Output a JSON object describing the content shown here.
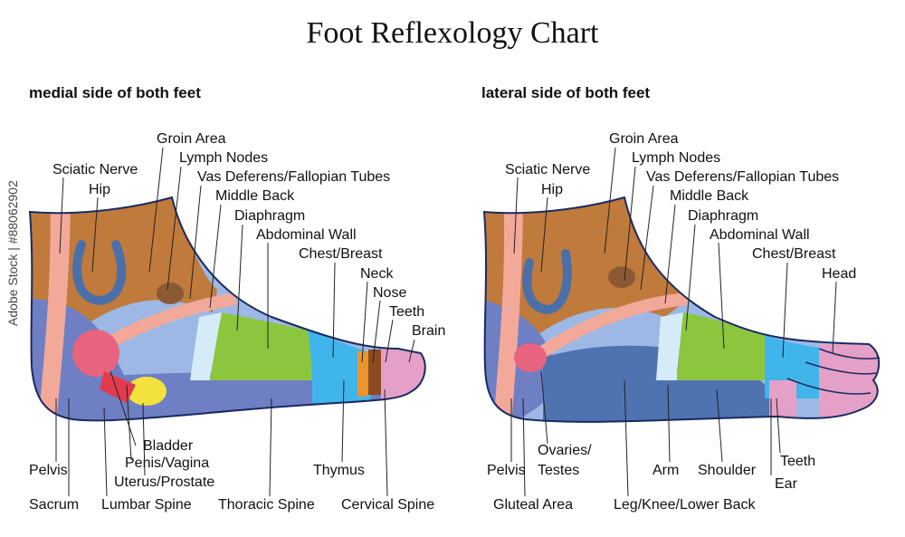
{
  "title": "Foot Reflexology Chart",
  "watermark": "Adobe Stock | #88062902",
  "medial": {
    "heading": "medial side of both feet",
    "labels": {
      "sciatic_nerve": "Sciatic Nerve",
      "hip": "Hip",
      "groin_area": "Groin Area",
      "lymph_nodes": "Lymph Nodes",
      "vas_deferens": "Vas Deferens/Fallopian Tubes",
      "middle_back": "Middle Back",
      "diaphragm": "Diaphragm",
      "abdominal_wall": "Abdominal Wall",
      "chest_breast": "Chest/Breast",
      "neck": "Neck",
      "nose": "Nose",
      "teeth": "Teeth",
      "brain": "Brain",
      "pelvis": "Pelvis",
      "sacrum": "Sacrum",
      "bladder": "Bladder",
      "penis_vagina": "Penis/Vagina",
      "uterus_prostate": "Uterus/Prostate",
      "lumbar_spine": "Lumbar Spine",
      "thoracic_spine": "Thoracic Spine",
      "thymus": "Thymus",
      "cervical_spine": "Cervical Spine"
    }
  },
  "lateral": {
    "heading": "lateral side of both feet",
    "labels": {
      "sciatic_nerve": "Sciatic Nerve",
      "hip": "Hip",
      "groin_area": "Groin Area",
      "lymph_nodes": "Lymph Nodes",
      "vas_deferens": "Vas Deferens/Fallopian Tubes",
      "middle_back": "Middle Back",
      "diaphragm": "Diaphragm",
      "abdominal_wall": "Abdominal Wall",
      "chest_breast": "Chest/Breast",
      "head": "Head",
      "pelvis": "Pelvis",
      "ovaries": "Ovaries/",
      "testes": "Testes",
      "gluteal_area": "Gluteal Area",
      "leg_knee": "Leg/Knee/Lower Back",
      "arm": "Arm",
      "shoulder": "Shoulder",
      "teeth": "Teeth",
      "ear": "Ear"
    }
  },
  "colors": {
    "ankle": "#c07a3c",
    "hip_dot": "#8b5a35",
    "sciatic": "#4b6fa8",
    "nerve_strip": "#f3a99a",
    "heel": "#6e7fc4",
    "arch_light": "#9db8e4",
    "arch_dark": "#4f72b0",
    "pale_band": "#d5ecf8",
    "green": "#8cc63f",
    "cyan": "#3fb5ec",
    "pink": "#e5a0c8",
    "bladder": "#e8647e",
    "yellow": "#f4e23c",
    "red": "#e23b4d",
    "orange": "#e99530",
    "brown": "#8c4a20",
    "outline": "#1a2a60"
  }
}
